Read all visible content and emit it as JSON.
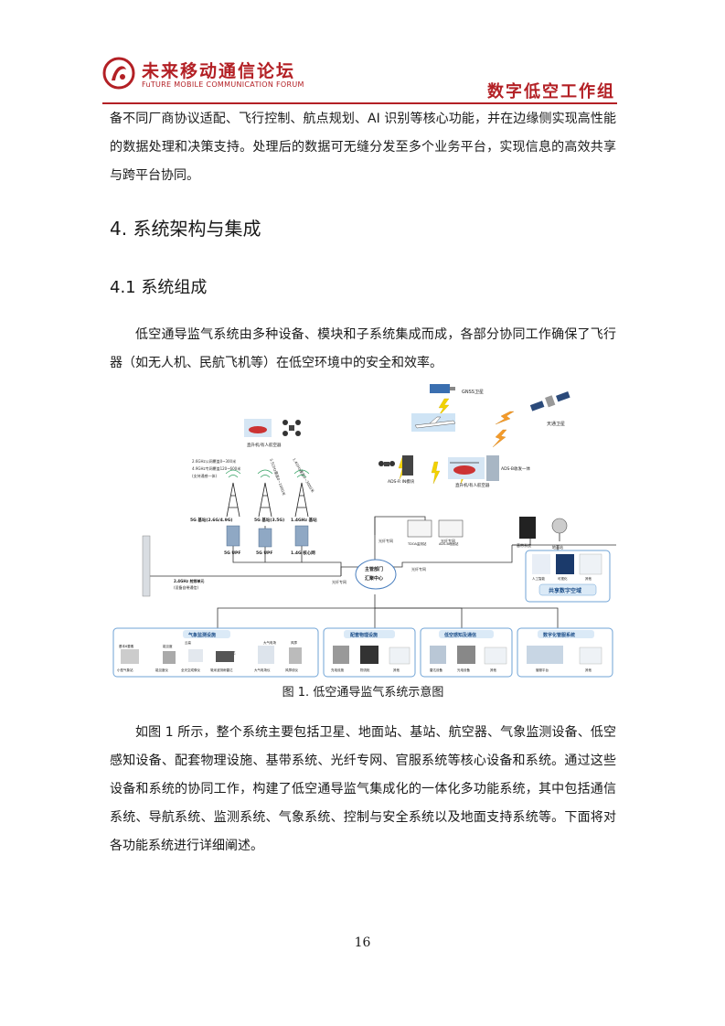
{
  "header": {
    "org_cn": "未来移动通信论坛",
    "org_en": "FuTURE MOBILE COMMUNICATION FORUM",
    "working_group": "数字低空工作组"
  },
  "content": {
    "intro_paragraph": "备不同厂商协议适配、飞行控制、航点规划、AI 识别等核心功能，并在边缘侧实现高性能的数据处理和决策支持。处理后的数据可无缝分发至多个业务平台，实现信息的高效共享与跨平台协同。",
    "section_title": "4. 系统架构与集成",
    "subsection_title": "4.1  系统组成",
    "paragraph_composition": "低空通导监气系统由多种设备、模块和子系统集成而成，各部分协同工作确保了飞行器（如无人机、民航飞机等）在低空环境中的安全和效率。",
    "paragraph_figure_desc": "如图 1 所示，整个系统主要包括卫星、地面站、基站、航空器、气象监测设备、低空感知设备、配套物理设施、基带系统、光纤专网、官服系统等核心设备和系统。通过这些设备和系统的协同工作，构建了低空通导监气集成化的一体化多功能系统，其中包括通信系统、导航系统、监测系统、气象系统、控制与安全系统以及地面支持系统等。下面将对各功能系统进行详细阐述。"
  },
  "figure": {
    "caption": "图 1. 低空通导监气系统示意图",
    "labels": {
      "gnss": "GNSS卫星",
      "tiantong": "天通卫星",
      "heli_left": "直升机/有人航空器",
      "heli_right": "直升机/有人航空器",
      "ads_r": "ADS-R IN模块",
      "ads_b": "ADS-B收发一体",
      "freq1": "2.6GHz公网覆盖0~300米",
      "freq2": "4.9GHz专网覆盖120~600米",
      "freq3": "(支持通感一体)",
      "beam1": "3.5GHz覆盖0~1000米",
      "beam2": "1.4GHz覆盖0~3000米",
      "bs_5g": "5G 基站(2.6G/4.9G)",
      "bs_5g35": "5G 基站(3.5G)",
      "bs_14": "1.4GHz 基站",
      "upf1": "5G UPF",
      "upf2": "5G UPF",
      "core14": "1.4G 核心网",
      "fiber1": "光纤专网",
      "fiber2": "光纤专网",
      "fiber3": "光纤专网",
      "fiber4": "光纤专网",
      "tdoa": "TDOA监测站",
      "adsb_gs": "ADS-B地面站",
      "baseband": "基带系统",
      "ground": "地面站",
      "hub1": "主管部门",
      "hub2": "汇聚中心",
      "ant_label1": "2.4GHz 射频单元",
      "ant_label2": "(设备自带通信)",
      "shared_title": "共享数字空域",
      "shared_ai": "人工智能",
      "shared_vis": "可视化",
      "shared_other": "其他",
      "g1_title": "气象监测设施",
      "g1_a": "基本6要素",
      "g1_b": "能见度",
      "g1_c": "云高",
      "g1_d": "小型气象站",
      "g1_e": "能见度仪",
      "g1_f": "全天空成像仪",
      "g1_g": "毫米波测雨雷达",
      "g1_h": "电磁波雷达",
      "g1_i": "大气电场",
      "g1_j": "风廓",
      "g1_k": "大气电场仪",
      "g1_l": "风廓线仪",
      "g2_title": "配套物理设施",
      "g2_a": "充电设施",
      "g2_b": "物流柜",
      "g2_c": "其他",
      "g3_title": "低空感知及通信",
      "g3_a": "雷达设备",
      "g3_b": "光电设备",
      "g3_c": "其他",
      "g4_title": "数字化管服系统",
      "g4_a": "管服平台",
      "g4_b": "其他"
    }
  },
  "footer": {
    "page_number": "16"
  }
}
